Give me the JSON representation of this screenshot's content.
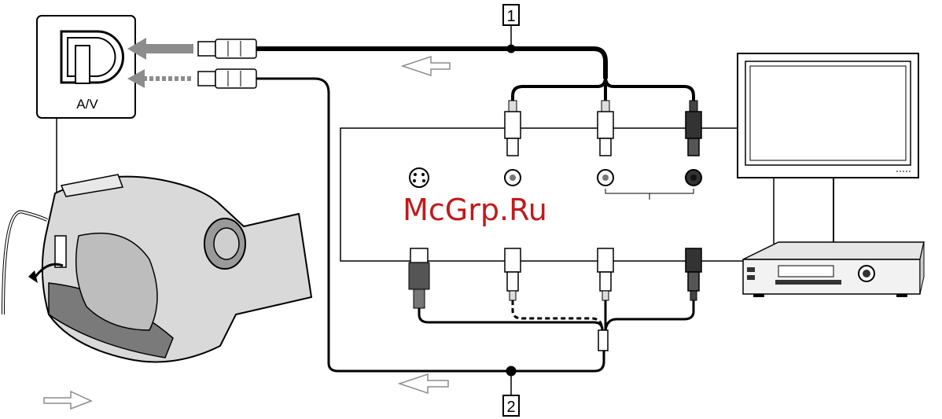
{
  "diagram": {
    "port_label": "A/V",
    "callout_1": "1",
    "callout_2": "2",
    "watermark": "McGrp.Ru"
  },
  "colors": {
    "line": "#000000",
    "device_fill": "#d9d9d9",
    "device_dark": "#6e6e6e",
    "arrow_fill": "#8c8c8c",
    "watermark": "#c01a1a"
  },
  "icons": [
    "camcorder-icon",
    "tv-icon",
    "vcr-icon",
    "av-jack-icon",
    "s-video-jack-icon",
    "rca-plug-icon",
    "flow-arrow-icon"
  ]
}
